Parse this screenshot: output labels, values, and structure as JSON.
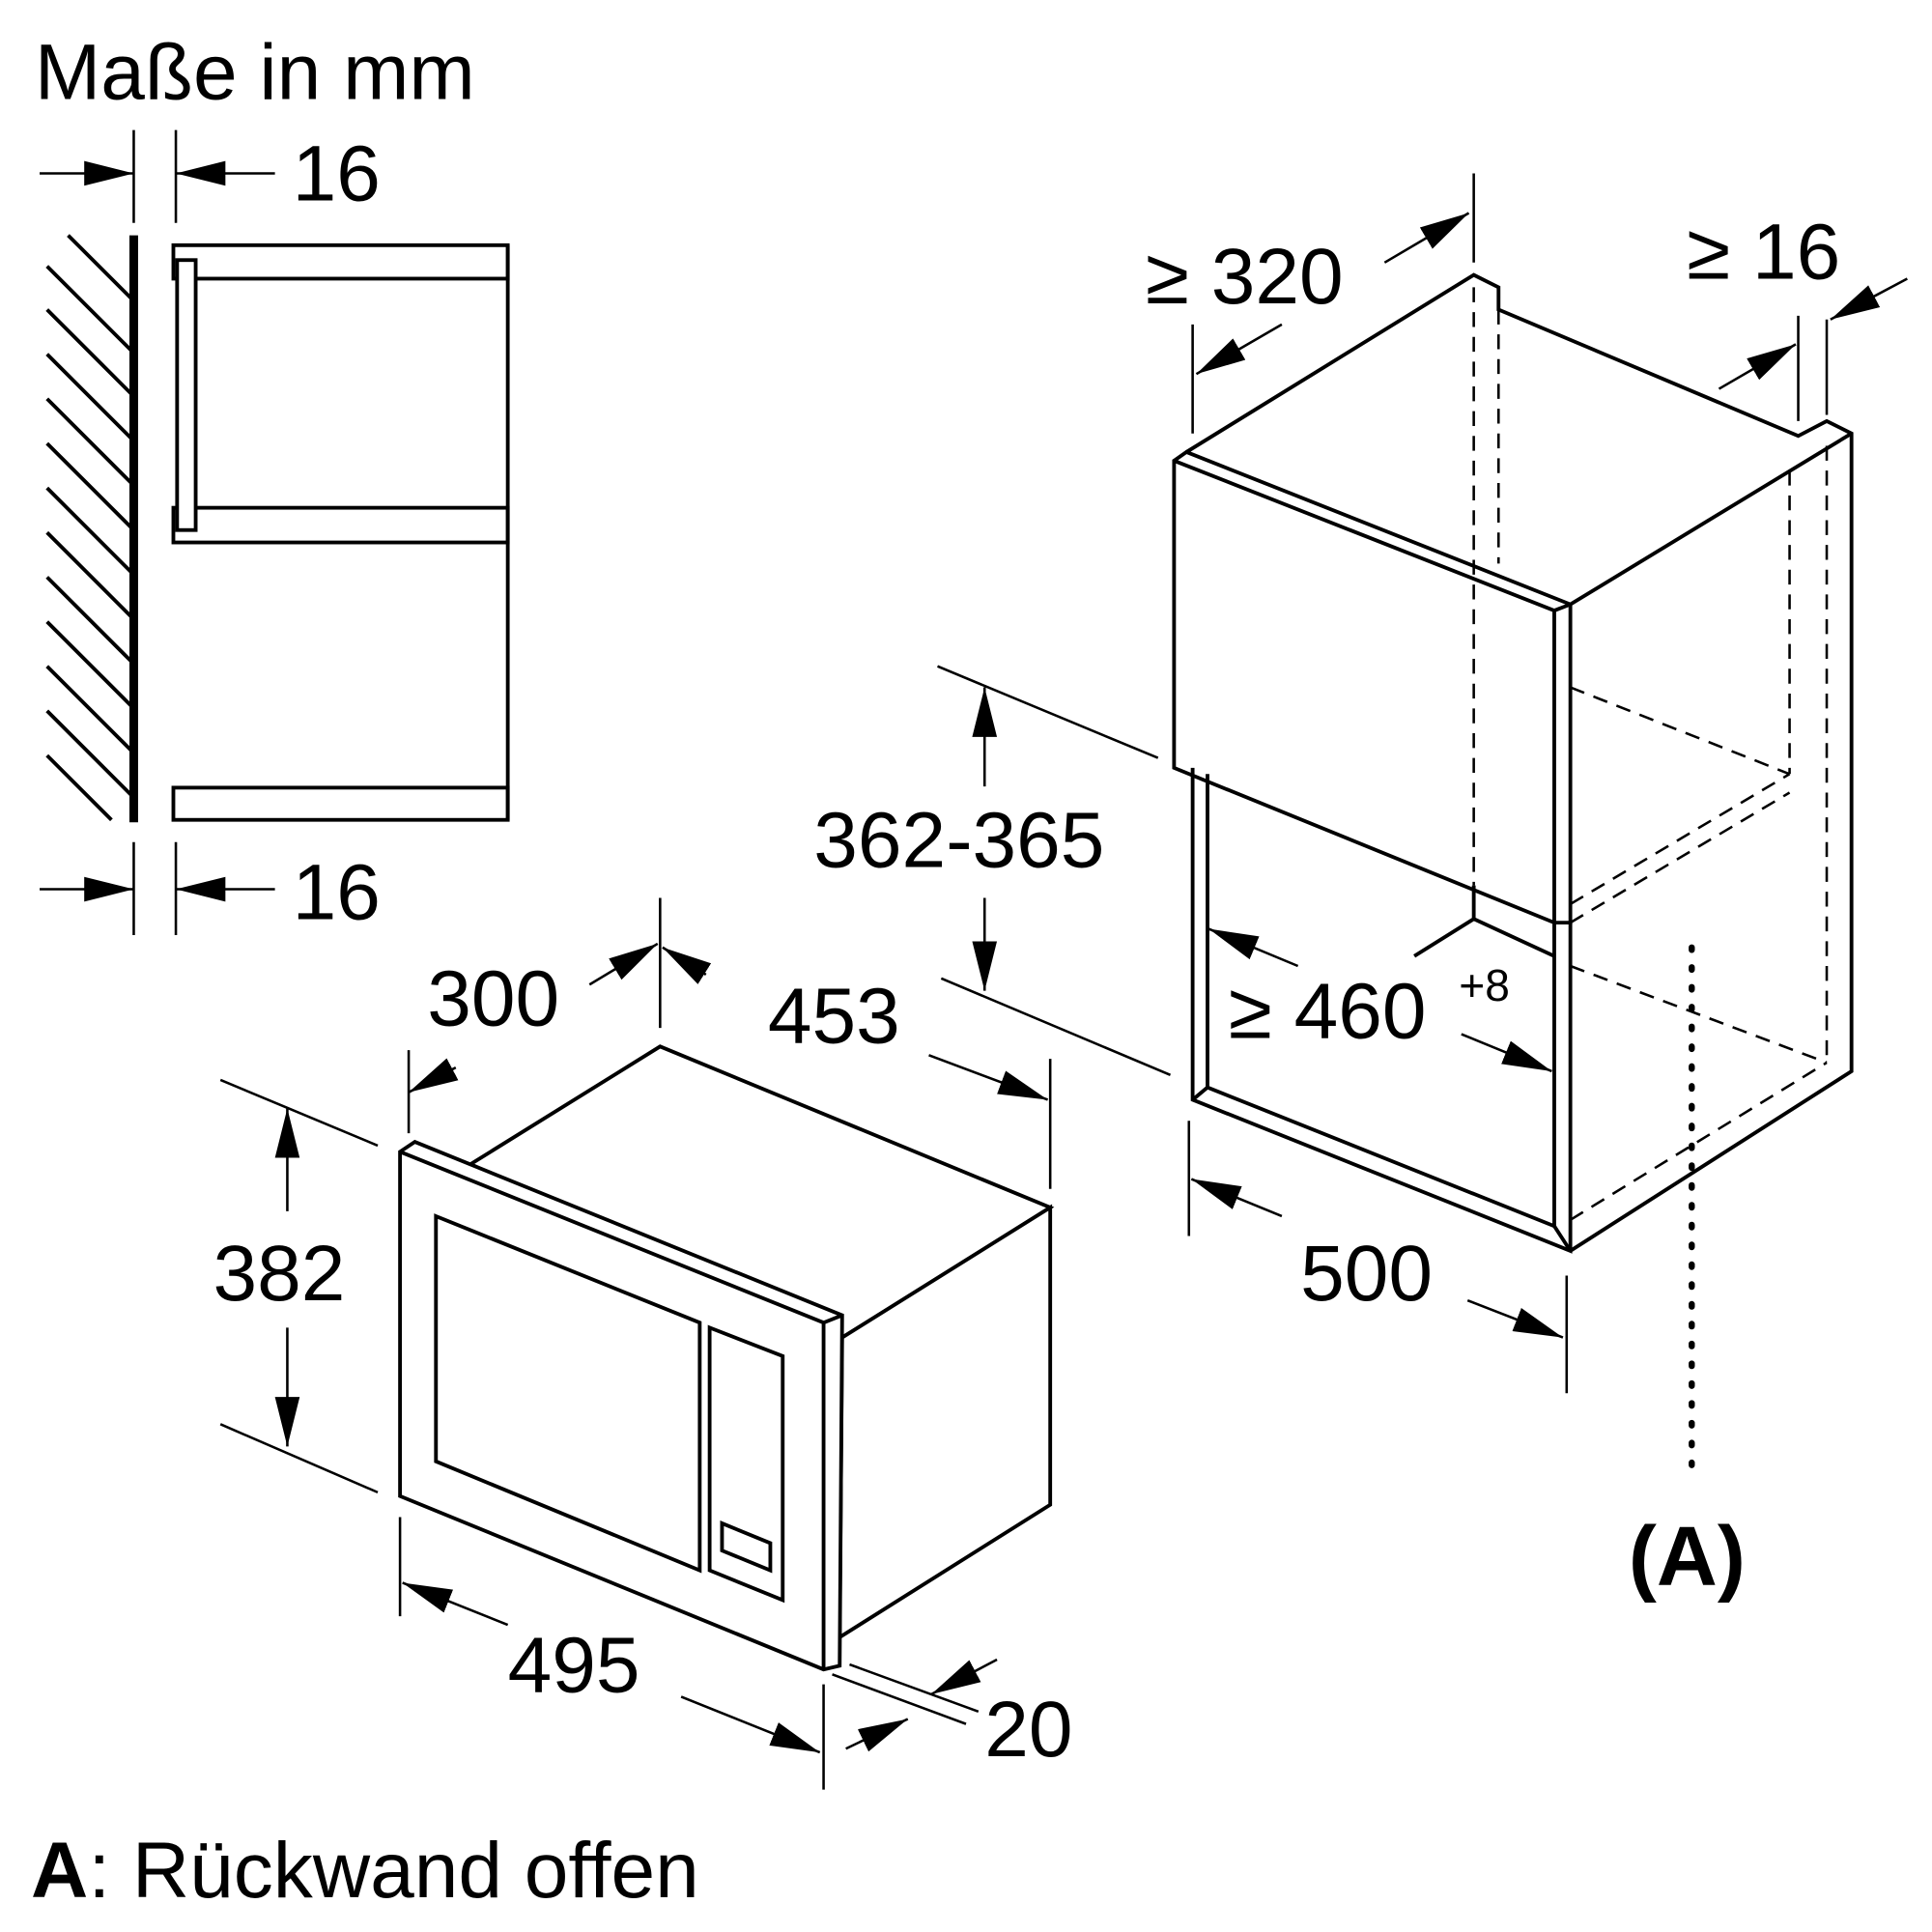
{
  "title": "Maße in mm",
  "side_view": {
    "dim_top": "16",
    "dim_bottom": "16"
  },
  "microwave": {
    "depth": "300",
    "width_top": "453",
    "height": "382",
    "width_front": "495",
    "frame": "20"
  },
  "cabinet": {
    "depth": "≥ 320",
    "gap": "≥ 16",
    "niche_height": "362-365",
    "niche_width": "≥ 460",
    "niche_width_tol": "+8",
    "depth_total": "500",
    "marker": "(A)"
  },
  "legend": {
    "key": "A",
    "text": ": Rückwand offen"
  },
  "colors": {
    "line": "#000000",
    "background": "#ffffff"
  }
}
